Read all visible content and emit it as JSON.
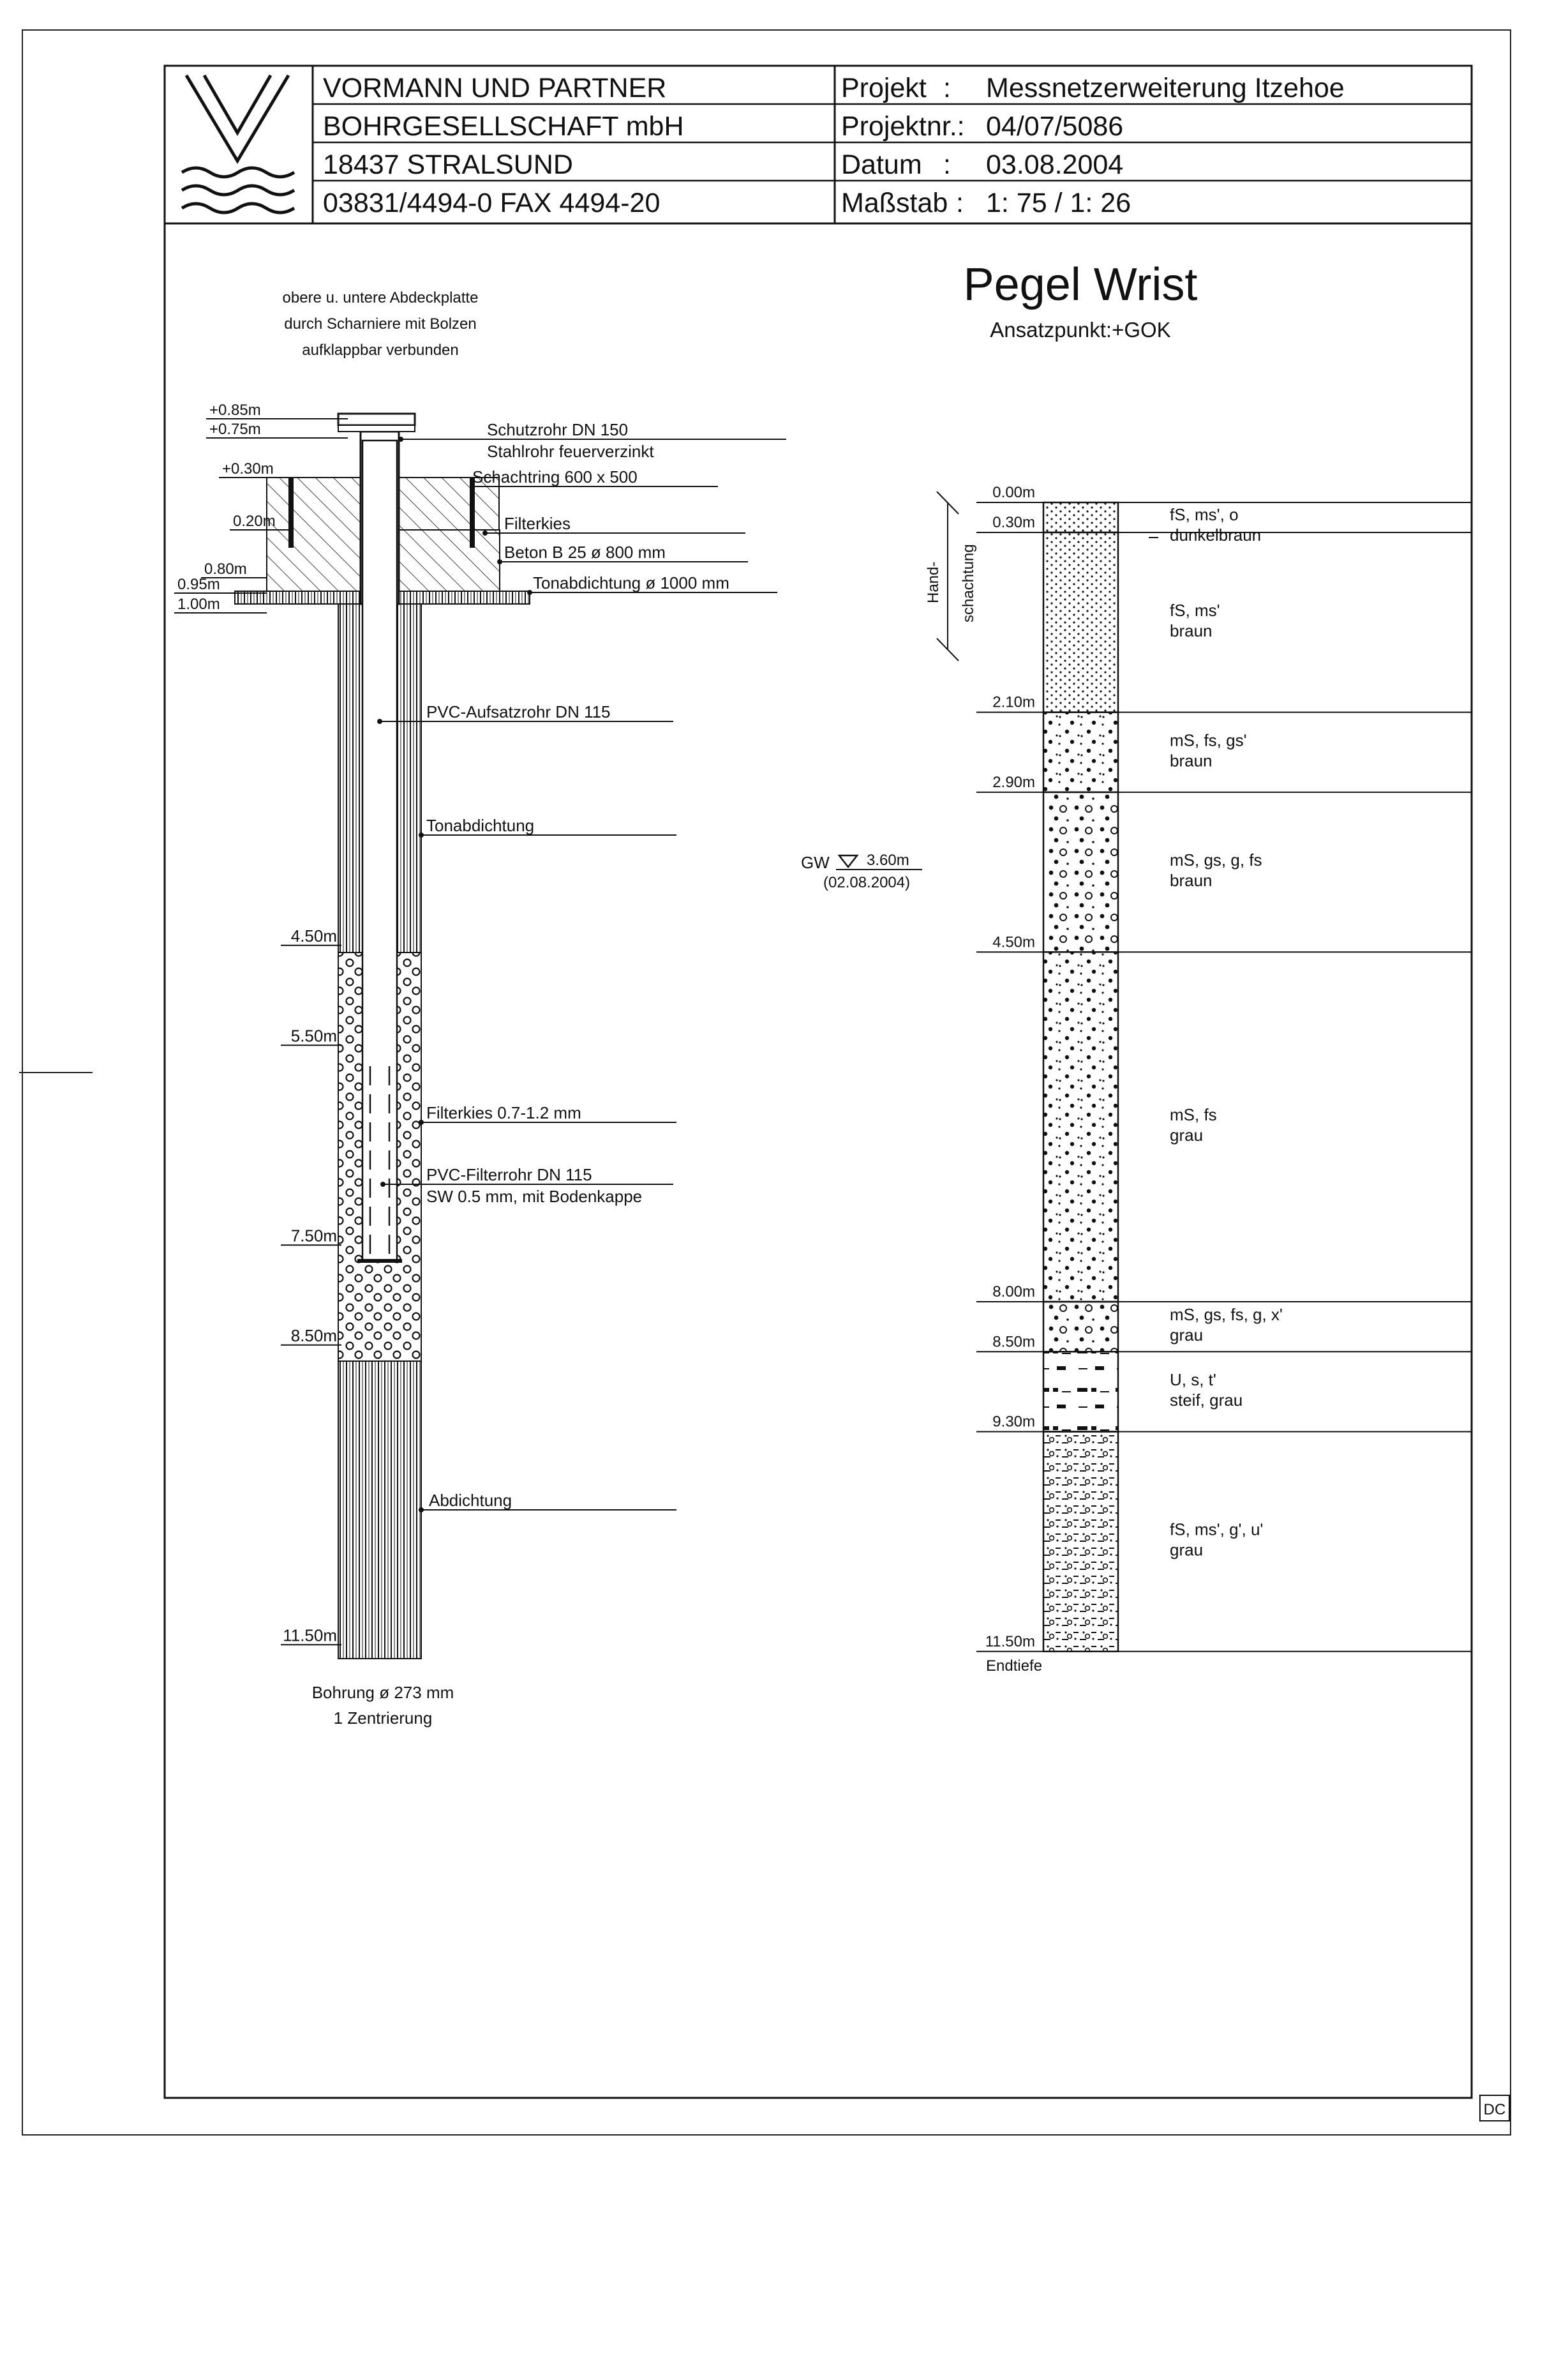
{
  "header": {
    "company": [
      "VORMANN UND PARTNER",
      "BOHRGESELLSCHAFT mbH",
      "18437 STRALSUND",
      "03831/4494-0 FAX 4494-20"
    ],
    "fields": [
      {
        "key": "Projekt",
        "sep": ":",
        "value": "Messnetzerweiterung Itzehoe"
      },
      {
        "key": "Projektnr.:",
        "sep": "",
        "value": "04/07/5086"
      },
      {
        "key": "Datum",
        "sep": ":",
        "value": "03.08.2004"
      },
      {
        "key": "Maßstab",
        "sep": ":",
        "value": "1: 75 / 1: 26"
      }
    ]
  },
  "title": "Pegel Wrist",
  "subtitle": "Ansatzpunkt:+GOK",
  "note": [
    "obere u. untere Abdeckplatte",
    "durch Scharniere mit Bolzen",
    "aufklappbar verbunden"
  ],
  "well": {
    "top_levels": [
      {
        "label": "+0.85m",
        "depth": -0.85
      },
      {
        "label": "+0.75m",
        "depth": -0.75
      },
      {
        "label": "+0.30m",
        "depth": -0.3
      },
      {
        "label": "0.20m",
        "depth": 0.2
      },
      {
        "label": "0.80m",
        "depth": 0.8
      },
      {
        "label": "0.95m",
        "depth": 0.95
      },
      {
        "label": "1.00m",
        "depth": 1.0
      }
    ],
    "depth_labels": [
      {
        "label": "4.50m",
        "depth": 4.5
      },
      {
        "label": "5.50m",
        "depth": 5.5
      },
      {
        "label": "7.50m",
        "depth": 7.5
      },
      {
        "label": "8.50m",
        "depth": 8.5
      },
      {
        "label": "11.50m",
        "depth": 11.5
      }
    ],
    "annotations": [
      {
        "lines": [
          "Schutzrohr DN 150",
          "Stahlrohr feuerverzinkt"
        ]
      },
      {
        "lines": [
          "Schachtring 600 x 500"
        ]
      },
      {
        "lines": [
          "Filterkies"
        ]
      },
      {
        "lines": [
          "Beton B 25 ø 800 mm"
        ]
      },
      {
        "lines": [
          "Tonabdichtung ø 1000 mm"
        ]
      },
      {
        "lines": [
          "PVC-Aufsatzrohr DN 115"
        ]
      },
      {
        "lines": [
          "Tonabdichtung"
        ]
      },
      {
        "lines": [
          "Filterkies 0.7-1.2 mm"
        ]
      },
      {
        "lines": [
          "PVC-Filterrohr DN 115",
          "SW 0.5 mm, mit Bodenkappe"
        ]
      },
      {
        "lines": [
          "Abdichtung"
        ]
      }
    ],
    "bottom": [
      "Bohrung ø 273 mm",
      "1 Zentrierung"
    ]
  },
  "groundwater": {
    "prefix": "GW",
    "depth_label": "3.60m",
    "date": "(02.08.2004)"
  },
  "handschachtung": [
    "Hand-",
    "schachtung"
  ],
  "profile": {
    "layers": [
      {
        "top": 0.0,
        "bottom": 0.3,
        "top_label": "0.00m",
        "bottom_label": "0.30m",
        "description": [
          "fS, ms', o",
          "dunkelbraun"
        ],
        "pattern": "fine-sand"
      },
      {
        "top": 0.3,
        "bottom": 2.1,
        "bottom_label": "2.10m",
        "description": [
          "fS, ms'",
          "braun"
        ],
        "pattern": "fine-sand"
      },
      {
        "top": 2.1,
        "bottom": 2.9,
        "bottom_label": "2.90m",
        "description": [
          "mS, fs, gs'",
          "braun"
        ],
        "pattern": "medium-sand"
      },
      {
        "top": 2.9,
        "bottom": 4.5,
        "bottom_label": "4.50m",
        "description": [
          "mS, gs, g, fs",
          "braun"
        ],
        "pattern": "gravelly-sand"
      },
      {
        "top": 4.5,
        "bottom": 8.0,
        "bottom_label": "8.00m",
        "description": [
          "mS, fs",
          "grau"
        ],
        "pattern": "medium-sand"
      },
      {
        "top": 8.0,
        "bottom": 8.5,
        "bottom_label": "8.50m",
        "description": [
          "mS, gs, fs, g, x'",
          "grau"
        ],
        "pattern": "gravelly-sand"
      },
      {
        "top": 8.5,
        "bottom": 9.3,
        "bottom_label": "9.30m",
        "description": [
          "U, s, t'",
          "steif, grau"
        ],
        "pattern": "silt"
      },
      {
        "top": 9.3,
        "bottom": 11.5,
        "bottom_label": "11.50m",
        "description": [
          "fS, ms', g', u'",
          "grau"
        ],
        "pattern": "silty-fine-sand"
      }
    ],
    "end_label": "Endtiefe"
  },
  "corner_mark": "DC"
}
